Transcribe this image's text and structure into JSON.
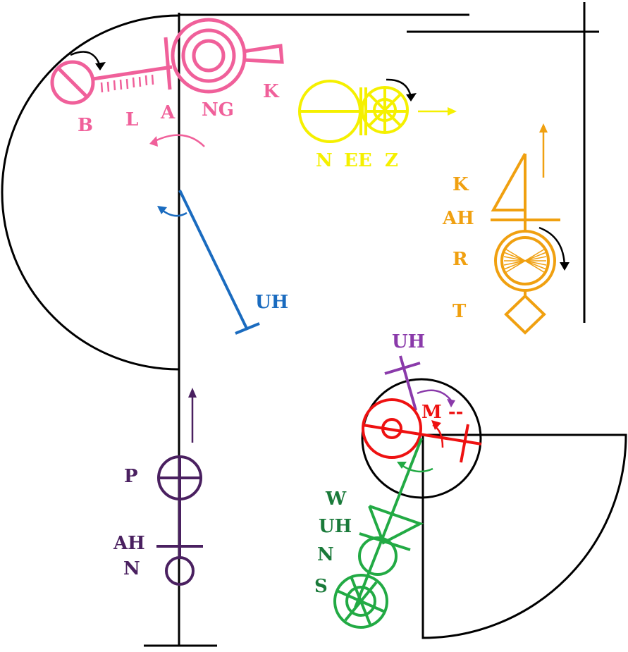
{
  "colors": {
    "black": "#000000",
    "pink": "#f0609a",
    "yellow": "#f5f000",
    "orange": "#f0a010",
    "blue": "#1a6bbf",
    "purple": "#4a2060",
    "violet": "#8a3aaa",
    "red": "#ee1111",
    "green": "#22aa44",
    "darkgreen": "#1a7a3a"
  },
  "labels": {
    "pink": {
      "b": "B",
      "l": "L",
      "a": "A",
      "ng": "NG",
      "k": "K"
    },
    "yellow": {
      "n": "N",
      "ee": "EE",
      "z": "Z"
    },
    "orange": {
      "k": "K",
      "ah": "AH",
      "r": "R",
      "t": "T"
    },
    "blue": {
      "uh": "UH"
    },
    "violet": {
      "uh": "UH"
    },
    "red": {
      "m": "M --"
    },
    "green": {
      "w": "W",
      "uh": "UH",
      "n": "N",
      "s": "S"
    },
    "purple": {
      "p": "P",
      "ah": "AH",
      "n": "N"
    }
  }
}
